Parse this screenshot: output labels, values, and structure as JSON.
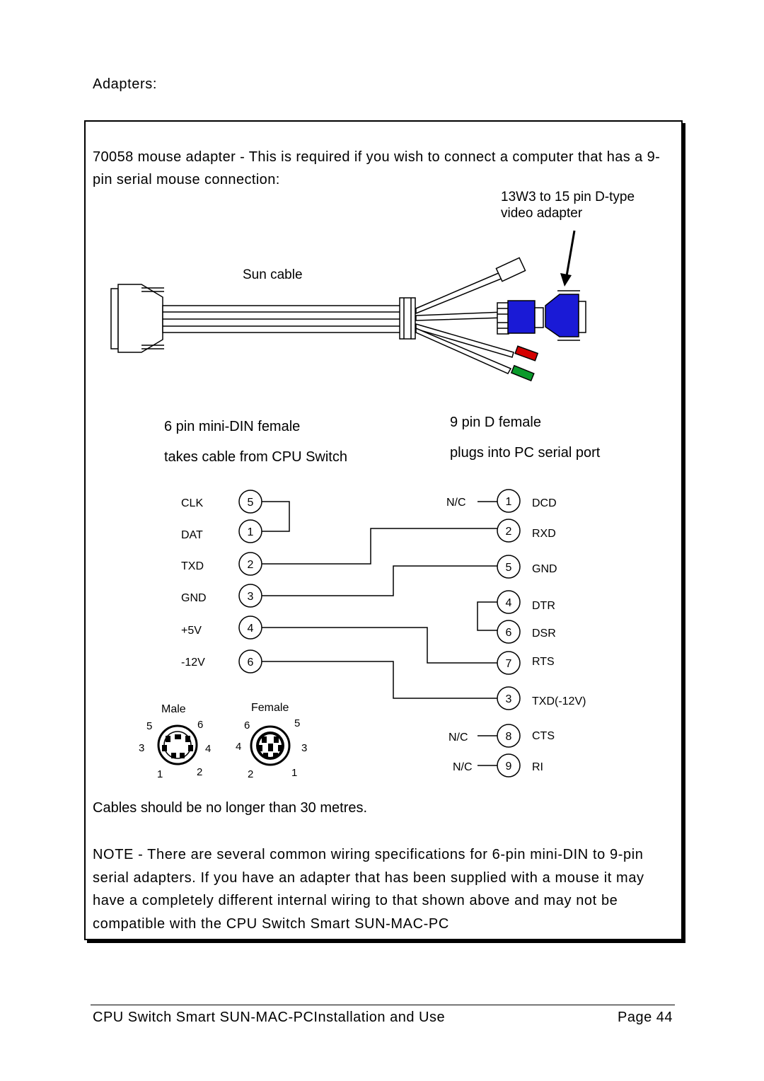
{
  "page": {
    "section_title": "Adapters:",
    "intro": "70058 mouse adapter - This is required if you wish to connect a computer that has a 9-pin serial mouse connection:",
    "cable_note": "Cables should be no longer than 30 metres.",
    "note": "NOTE - There are several common wiring specifications for 6-pin mini-DIN to 9-pin serial adapters. If you have an adapter that has been supplied with a mouse it may have a completely different internal wiring to that shown above and may not be compatible with the CPU Switch Smart SUN-MAC-PC"
  },
  "diagram": {
    "video_adapter_label": [
      "13W3 to 15 pin D-type",
      "video adapter"
    ],
    "sun_cable_label": "Sun cable",
    "left_title": "6 pin mini-DIN female",
    "left_subtitle": "takes cable from CPU Switch",
    "right_title": "9 pin D female",
    "right_subtitle": "plugs into PC serial port",
    "left_pins": [
      {
        "label": "CLK",
        "num": "5"
      },
      {
        "label": "DAT",
        "num": "1"
      },
      {
        "label": "TXD",
        "num": "2"
      },
      {
        "label": "GND",
        "num": "3"
      },
      {
        "label": "+5V",
        "num": "4"
      },
      {
        "label": "-12V",
        "num": "6"
      }
    ],
    "right_pins": [
      {
        "num": "1",
        "label": "DCD",
        "prefix": "N/C"
      },
      {
        "num": "2",
        "label": "RXD",
        "prefix": ""
      },
      {
        "num": "5",
        "label": "GND",
        "prefix": ""
      },
      {
        "num": "4",
        "label": "DTR",
        "prefix": ""
      },
      {
        "num": "6",
        "label": "DSR",
        "prefix": ""
      },
      {
        "num": "7",
        "label": "RTS",
        "prefix": ""
      },
      {
        "num": "3",
        "label": "TXD(-12V)",
        "prefix": ""
      },
      {
        "num": "8",
        "label": "CTS",
        "prefix": "N/C"
      },
      {
        "num": "9",
        "label": "RI",
        "prefix": "N/C"
      }
    ],
    "male_label": "Male",
    "female_label": "Female",
    "male_numbers": [
      "5",
      "6",
      "3",
      "4",
      "1",
      "2"
    ],
    "female_numbers": [
      "6",
      "5",
      "4",
      "3",
      "2",
      "1"
    ],
    "colors": {
      "connector_blue": "#1a1ad6",
      "plug_red": "#d40000",
      "plug_green": "#0a9a2a"
    }
  },
  "footer": {
    "title": "CPU Switch Smart SUN-MAC-PCInstallation and Use",
    "page": "Page 44"
  }
}
